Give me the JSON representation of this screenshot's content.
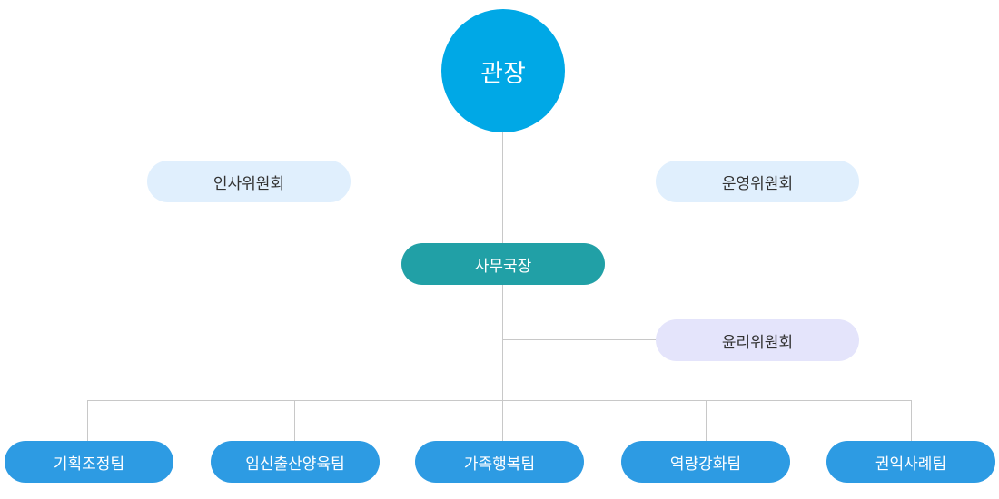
{
  "head": {
    "label": "관장"
  },
  "committees": {
    "hr": "인사위원회",
    "operations": "운영위원회",
    "ethics": "윤리위원회"
  },
  "director": {
    "label": "사무국장"
  },
  "teams": [
    "기획조정팀",
    "임신출산양육팀",
    "가족행복팀",
    "역량강화팀",
    "권익사례팀"
  ]
}
